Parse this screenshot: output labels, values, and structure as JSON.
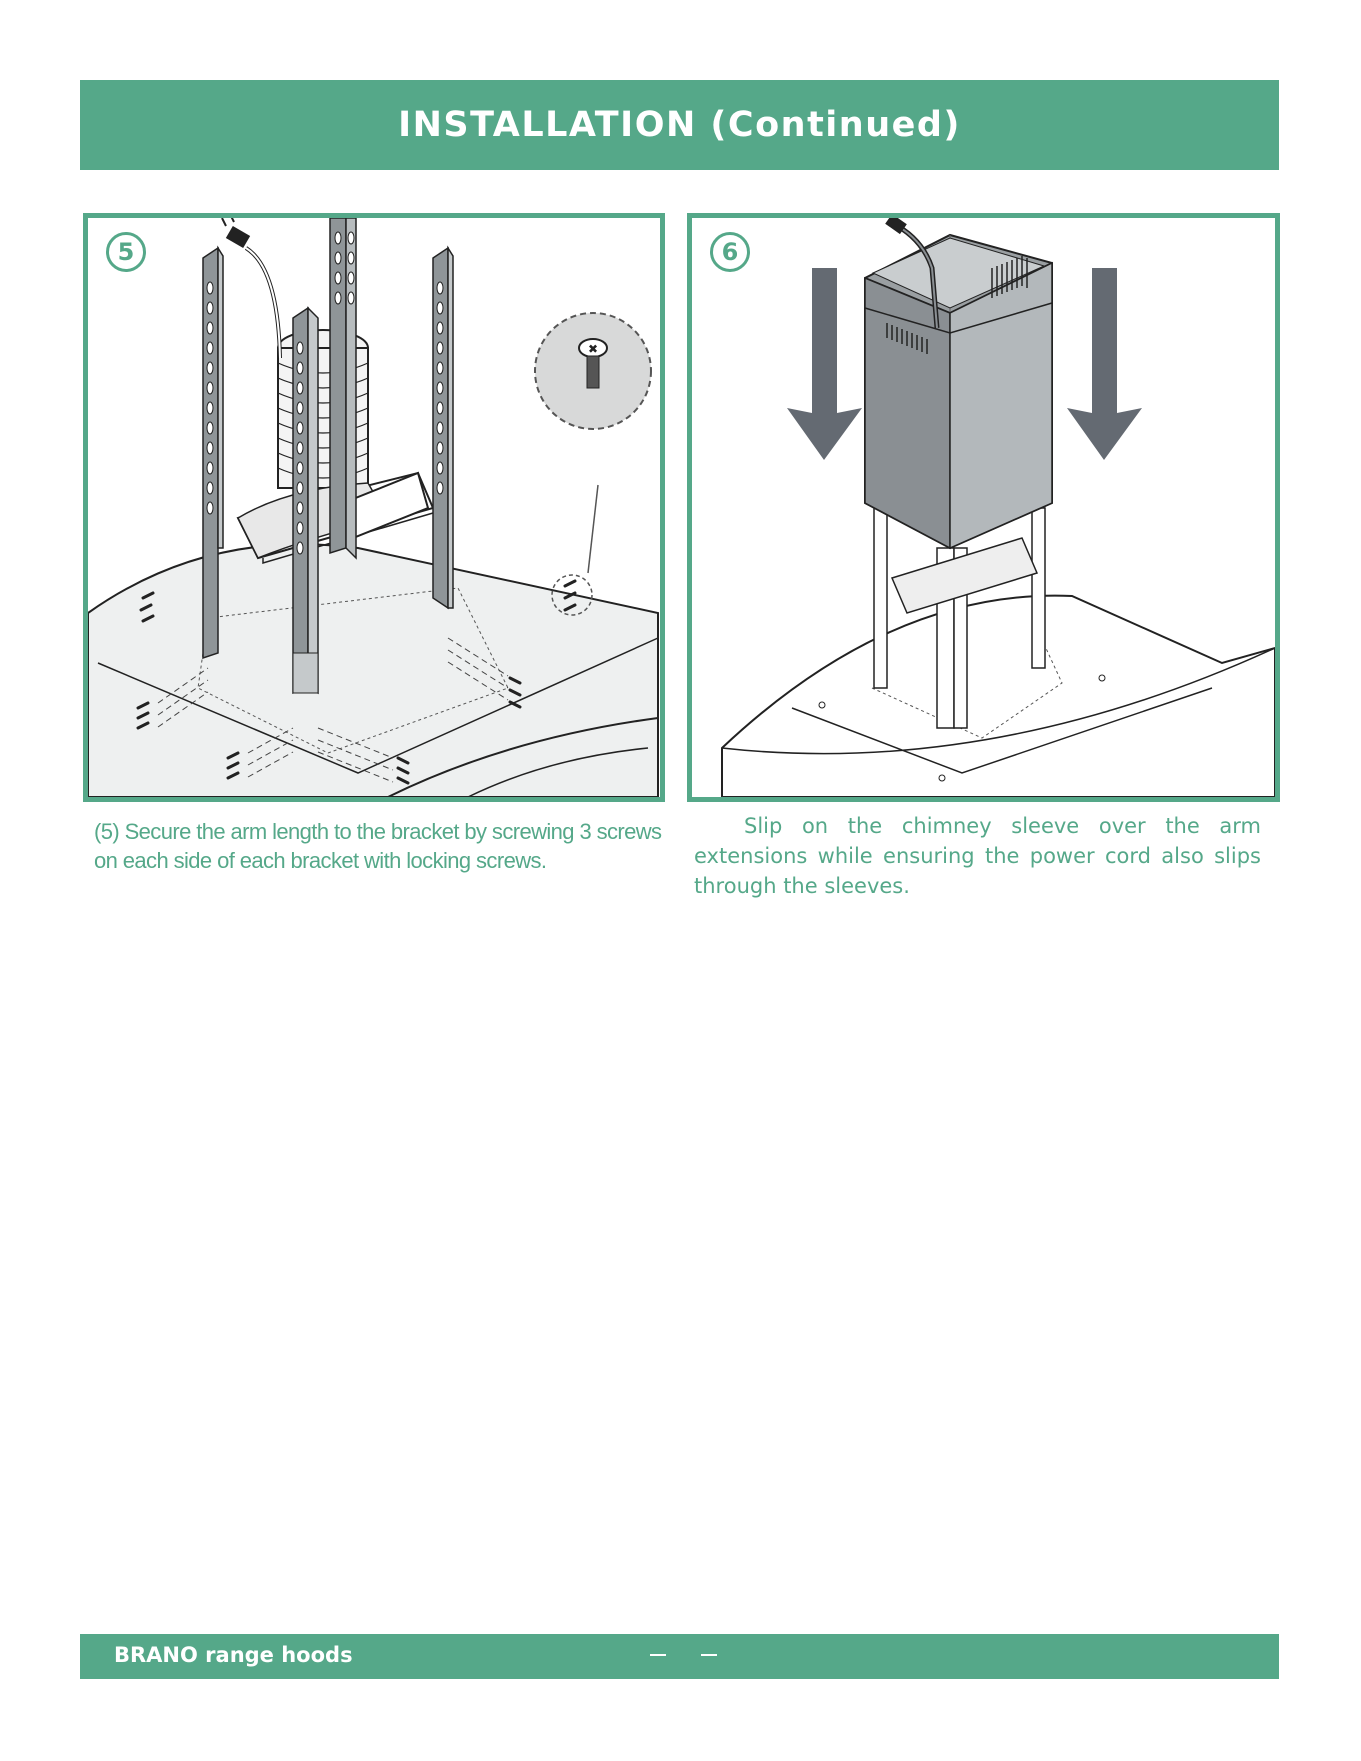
{
  "header": {
    "title": "INSTALLATION (Continued)"
  },
  "steps": [
    {
      "number": "5",
      "caption": "(5) Secure the arm length to the bracket by screwing 3 screws on each side of each bracket with locking screws."
    },
    {
      "number": "6",
      "caption": "Slip on the chimney sleeve over the arm extensions while ensuring the power cord also slips through the sleeves."
    }
  ],
  "footer": {
    "brand": "BRANO range hoods"
  },
  "colors": {
    "accent": "#55a889",
    "metal": "#8f9598",
    "arrow": "#646a72"
  },
  "icons": [
    "screw-detail-icon",
    "power-plug-icon",
    "down-arrow-icon"
  ]
}
